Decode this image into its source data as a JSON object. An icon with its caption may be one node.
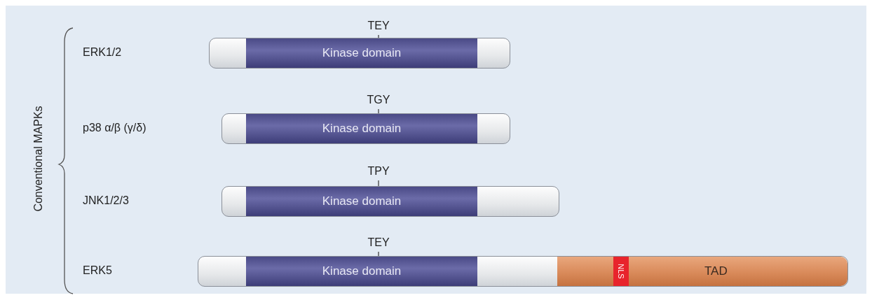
{
  "diagram": {
    "nodes": [
      {
        "text": [],
        "shape": "bar"
      },
      {
        "text": [
          "Kinase domain"
        ],
        "in": 0
      },
      {
        "text": [
          "TEY"
        ]
      },
      {
        "text": [],
        "shape": "bar"
      },
      {
        "text": [
          "Kinase domain"
        ],
        "in": 3
      },
      {
        "text": [
          "TGY"
        ]
      },
      {
        "text": [],
        "shape": "bar"
      },
      {
        "text": [
          "Kinase domain"
        ],
        "in": 6
      },
      {
        "text": [
          "TPY"
        ]
      },
      {
        "text": [],
        "shape": "bar"
      },
      {
        "text": [
          "Kinase domain"
        ],
        "in": 9
      },
      {
        "text": [
          "TAD"
        ],
        "in": 9
      },
      {
        "text": [
          "NLS"
        ],
        "in": 11
      },
      {
        "text": [
          "TEY"
        ]
      }
    ],
    "edges": [
      {
        "from": 2,
        "to": 1,
        "arrow": "none"
      },
      {
        "from": 5,
        "to": 4,
        "arrow": "none"
      },
      {
        "from": 8,
        "to": 7,
        "arrow": "none"
      },
      {
        "from": 13,
        "to": 10,
        "arrow": "none"
      }
    ],
    "labels": [
      "Conventional MAPKs",
      "ERK1/2",
      "p38 α/β (γ/δ)",
      "JNK1/2/3",
      "ERK5"
    ]
  }
}
